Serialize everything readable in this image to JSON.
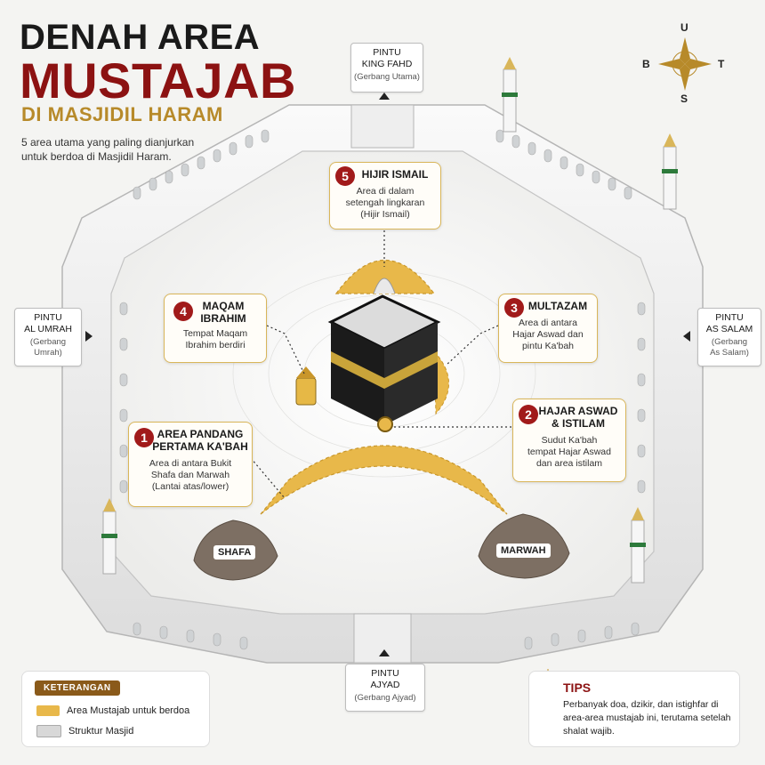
{
  "title": {
    "line1": "DENAH AREA",
    "line2": "MUSTAJAB",
    "line3": "DI MASJIDIL HARAM",
    "description": "5 area utama yang paling dianjurkan untuk berdoa di Masjidil Haram."
  },
  "compass": {
    "north": "U",
    "south": "S",
    "west": "B",
    "east": "T"
  },
  "gates": {
    "top": {
      "line1": "PINTU",
      "line2": "KING FAHD",
      "sub": "(Gerbang Utama)"
    },
    "left": {
      "line1": "PINTU",
      "line2": "AL UMRAH",
      "sub1": "(Gerbang",
      "sub2": "Umrah)"
    },
    "right": {
      "line1": "PINTU",
      "line2": "AS SALAM",
      "sub1": "(Gerbang",
      "sub2": "As Salam)"
    },
    "bottom": {
      "line1": "PINTU",
      "line2": "AJYAD",
      "sub": "(Gerbang Ajyad)"
    }
  },
  "areas": [
    {
      "num": "1",
      "title1": "AREA PANDANG",
      "title2": "PERTAMA KA'BAH",
      "b1": "Area di antara Bukit",
      "b2": "Shafa dan Marwah",
      "b3": "(Lantai atas/lower)"
    },
    {
      "num": "2",
      "title1": "HAJAR ASWAD",
      "title2": "& ISTILAM",
      "b1": "Sudut Ka'bah",
      "b2": "tempat Hajar Aswad",
      "b3": "dan area istilam"
    },
    {
      "num": "3",
      "title1": "MULTAZAM",
      "b1": "Area di antara",
      "b2": "Hajar Aswad dan",
      "b3": "pintu Ka'bah"
    },
    {
      "num": "4",
      "title1": "MAQAM",
      "title2": "IBRAHIM",
      "b1": "Tempat Maqam",
      "b2": "Ibrahim berdiri"
    },
    {
      "num": "5",
      "title1": "HIJIR ISMAIL",
      "b1": "Area di dalam",
      "b2": "setengah lingkaran",
      "b3": "(Hijir Ismail)"
    }
  ],
  "hills": {
    "shafa": "SHAFA",
    "marwah": "MARWAH"
  },
  "legend": {
    "heading": "KETERANGAN",
    "items": [
      {
        "label": "Area Mustajab untuk berdoa",
        "color": "#e8b84a"
      },
      {
        "label": "Struktur Masjid",
        "color": "#d8d8d8"
      }
    ]
  },
  "tips": {
    "heading": "TIPS",
    "body": "Perbanyak doa, dzikir, dan istighfar di area-area mustajab ini, terutama setelah shalat wajib."
  },
  "colors": {
    "accent_red": "#a11a1a",
    "gold": "#e8b84a",
    "gold_border": "#d9b65a",
    "kaaba": "#1b1b1b"
  }
}
